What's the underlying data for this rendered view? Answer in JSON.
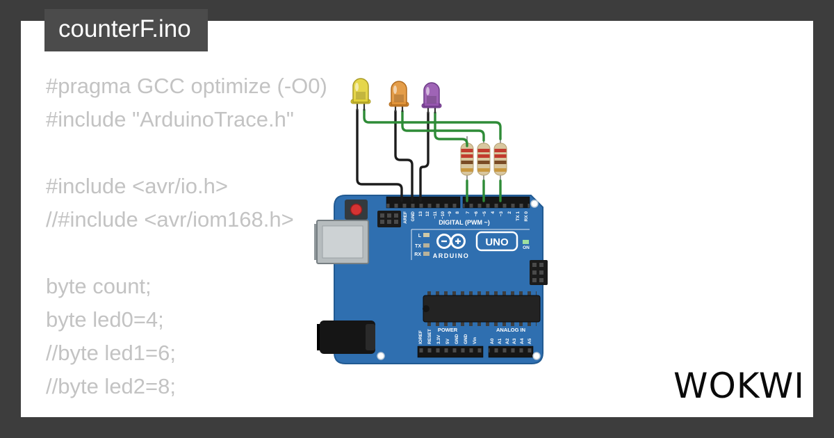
{
  "frame": {
    "border_color": "#3d3d3d",
    "canvas_color": "#ffffff"
  },
  "title": {
    "filename": "counterF.ino"
  },
  "code": {
    "lines": [
      "#pragma GCC optimize (-O0)",
      "#include \"ArduinoTrace.h\"",
      "",
      "#include <avr/io.h>",
      "//#include <avr/iom168.h>",
      "",
      "byte count;",
      "byte led0=4;",
      "//byte led1=6;",
      "//byte led2=8;"
    ]
  },
  "board": {
    "digital_section_label": "DIGITAL (PWM ~)",
    "brand": "ARDUINO",
    "model": "UNO",
    "on_label": "ON",
    "indicator_l": "L",
    "indicator_tx": "TX",
    "indicator_rx": "RX",
    "power_section_label": "POWER",
    "analog_section_label": "ANALOG IN",
    "digital_pins": [
      "AREF",
      "GND",
      "13",
      "12",
      "~11",
      "~10",
      "~9",
      "8",
      "7",
      "~6",
      "~5",
      "4",
      "~3",
      "2",
      "TX 1",
      "RX 0"
    ],
    "power_pins": [
      "IOREF",
      "RESET",
      "3.3V",
      "5V",
      "GND",
      "GND",
      "Vin"
    ],
    "analog_pins": [
      "A0",
      "A1",
      "A2",
      "A3",
      "A4",
      "A5"
    ],
    "pcb_color": "#2f6fb0"
  },
  "components": {
    "leds": [
      {
        "name": "yellow-led",
        "color": "#e3d23c"
      },
      {
        "name": "orange-led",
        "color": "#e2953a"
      },
      {
        "name": "purple-led",
        "color": "#9757b0"
      }
    ],
    "resistor_band_colors": [
      "red",
      "red",
      "brown",
      "gold"
    ],
    "wire_colors": {
      "signal": "#2e8b37",
      "ground": "#1c1c1c"
    }
  },
  "logo": {
    "text": "WOKWI"
  }
}
